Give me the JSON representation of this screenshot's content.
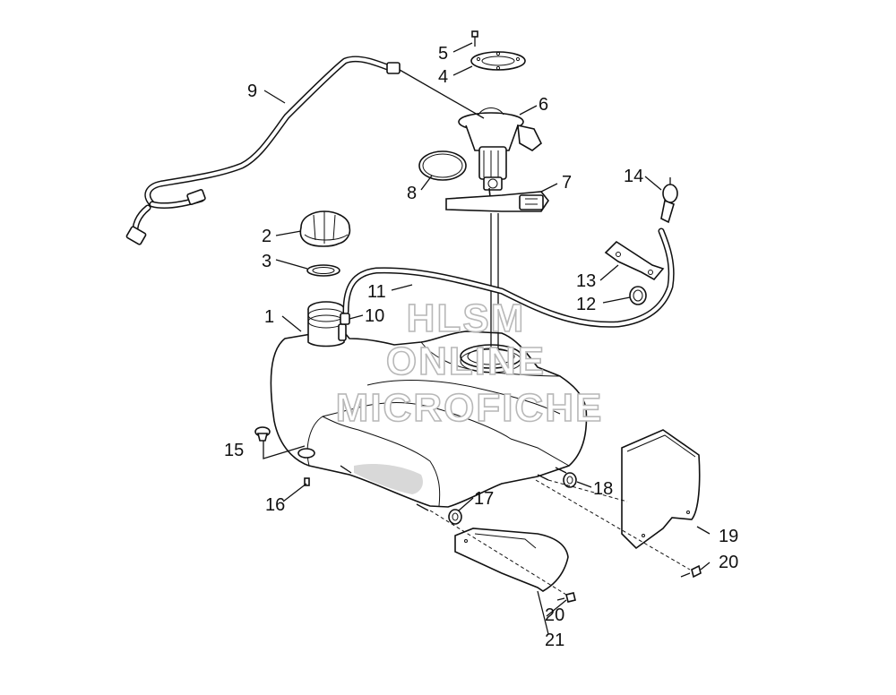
{
  "diagram": {
    "callouts": [
      "1",
      "2",
      "3",
      "4",
      "5",
      "6",
      "7",
      "8",
      "9",
      "10",
      "11",
      "12",
      "13",
      "14",
      "15",
      "16",
      "17",
      "18",
      "19",
      "20",
      "20",
      "21"
    ]
  },
  "watermark": {
    "line1": "HLSM",
    "line2": "ONLINE",
    "line3": "MICROFICHE"
  }
}
